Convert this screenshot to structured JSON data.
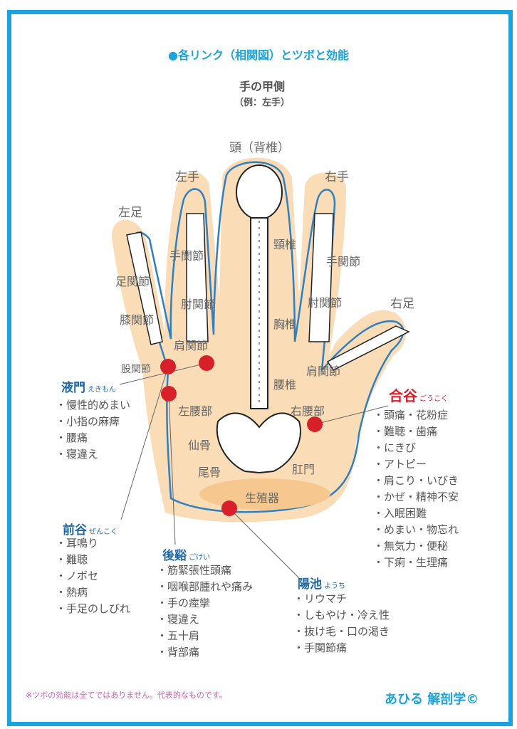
{
  "header": {
    "title": "●各リンク（相関図）とツボと効能",
    "subtitle": "手の甲側",
    "note": "（例：左手）"
  },
  "regions": {
    "head": "頭（背椎）",
    "left_hand": "左手",
    "right_hand": "右手",
    "left_foot": "左足",
    "right_foot": "右足",
    "wrist_left": "手関節",
    "wrist_right": "手関節",
    "cervical": "頸椎",
    "ankle": "足関節",
    "elbow_left": "肘関節",
    "elbow_right": "肘関節",
    "knee": "膝関節",
    "thoracic": "胸椎",
    "shoulder_left": "肩関節",
    "shoulder_right": "肩関節",
    "hip_joint": "股関節",
    "lumbar": "腰椎",
    "lower_back_left": "左腰部",
    "lower_back_right": "右腰部",
    "sacrum": "仙骨",
    "coccyx": "尾骨",
    "anus": "肛門",
    "genitals": "生殖器"
  },
  "acupoints": {
    "ekimon": {
      "name": "液門",
      "reading": "えきもん",
      "effects": [
        "慢性的めまい",
        "小指の麻痺",
        "腰痛",
        "寝違え"
      ]
    },
    "goukoku": {
      "name": "合谷",
      "reading": "ごうこく",
      "effects": [
        "頭痛・花粉症",
        "難聴・歯痛",
        "にきび",
        "アトピー",
        "肩こり・いびき",
        "かぜ・精神不安",
        "入眠困難",
        "めまい・物忘れ",
        "無気力・便秘",
        "下痢・生理痛"
      ]
    },
    "zenkoku": {
      "name": "前谷",
      "reading": "ぜんこく",
      "effects": [
        "耳鳴り",
        "難聴",
        "ノボセ",
        "熱病",
        "手足のしびれ"
      ]
    },
    "gokei": {
      "name": "後谿",
      "reading": "ごけい",
      "effects": [
        "筋緊張性頭痛",
        "咽喉部腫れや痛み",
        "手の痙攣",
        "寝違え",
        "五十肩",
        "背部痛"
      ]
    },
    "youchi": {
      "name": "陽池",
      "reading": "ようち",
      "effects": [
        "リウマチ",
        "しもやけ・冷え性",
        "抜け毛・口の渇き",
        "手関節痛"
      ]
    }
  },
  "footer": {
    "note": "※ツボの効能は全てではありません。代表的なものです。",
    "brand": "あひる 解剖学©"
  },
  "colors": {
    "frame": "#1aa3dc",
    "hand_fill": "#fadcb6",
    "outline": "#2f7fc1",
    "acupoint": "#d8202b",
    "label_blue": "#1f6aa5",
    "footnote": "#cc5fa9"
  }
}
